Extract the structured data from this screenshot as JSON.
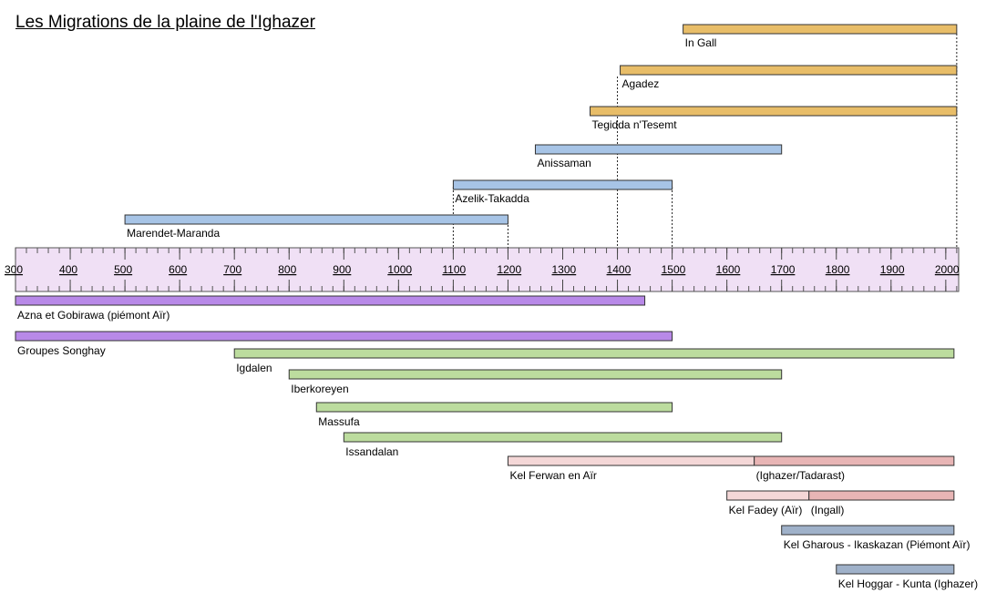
{
  "title": "Les Migrations de la plaine de l'Ighazer",
  "chart_data": {
    "type": "timeline",
    "axis": {
      "min": 300,
      "max": 2025,
      "major_ticks": [
        300,
        400,
        500,
        600,
        700,
        800,
        900,
        1000,
        1100,
        1200,
        1300,
        1400,
        1500,
        1600,
        1700,
        1800,
        1900,
        2000
      ],
      "minor_step": 20,
      "background": "#f0e0f5"
    },
    "colors": {
      "cities": "#e8bd68",
      "sites": "#a7c4e6",
      "aznas": "#b889e8",
      "tuareg": "#bcdc9e",
      "kel_light": "#f4d7d7",
      "kel_dark": "#e8b5b5",
      "kel_blue": "#9fb1c9"
    },
    "above": [
      {
        "label": "In Gall",
        "start": 1520,
        "end": 2020,
        "color": "cities"
      },
      {
        "label": "Agadez",
        "start": 1405,
        "end": 2020,
        "color": "cities"
      },
      {
        "label": "Tegidda n'Tesemt",
        "start": 1350,
        "end": 2020,
        "color": "cities"
      },
      {
        "label": "Anissaman",
        "start": 1250,
        "end": 1700,
        "color": "sites"
      },
      {
        "label": "Azelik-Takadda",
        "start": 1100,
        "end": 1500,
        "color": "sites"
      },
      {
        "label": "Marendet-Maranda",
        "start": 500,
        "end": 1200,
        "color": "sites"
      }
    ],
    "below": [
      {
        "label": "Azna et Gobirawa (piémont Aïr)",
        "start": 300,
        "end": 1450,
        "color": "aznas"
      },
      {
        "label": "Groupes Songhay",
        "start": 300,
        "end": 1500,
        "color": "aznas"
      },
      {
        "label": "Igdalen",
        "start": 700,
        "end": 2015,
        "color": "tuareg"
      },
      {
        "label": "Iberkoreyen",
        "start": 800,
        "end": 1700,
        "color": "tuareg"
      },
      {
        "label": "Massufa",
        "start": 850,
        "end": 1500,
        "color": "tuareg"
      },
      {
        "label": "Issandalan",
        "start": 900,
        "end": 1700,
        "color": "tuareg"
      },
      {
        "label": "Kel Ferwan en Aïr",
        "start": 1200,
        "end": 1650,
        "color": "kel_light",
        "second": {
          "label": "(Ighazer/Tadarast)",
          "start": 1650,
          "end": 2015,
          "color": "kel_dark"
        }
      },
      {
        "label": "Kel Fadey (Aïr)",
        "start": 1600,
        "end": 1750,
        "color": "kel_light",
        "second": {
          "label": "(Ingall)",
          "start": 1750,
          "end": 2015,
          "color": "kel_dark"
        }
      },
      {
        "label": "Kel Gharous - Ikaskazan (Piémont Aïr)",
        "start": 1700,
        "end": 2015,
        "color": "kel_blue"
      },
      {
        "label": "Kel Hoggar - Kunta (Ighazer)",
        "start": 1800,
        "end": 2015,
        "color": "kel_blue"
      }
    ],
    "reference_lines": [
      1100,
      1200,
      1400,
      1500,
      2020
    ]
  }
}
